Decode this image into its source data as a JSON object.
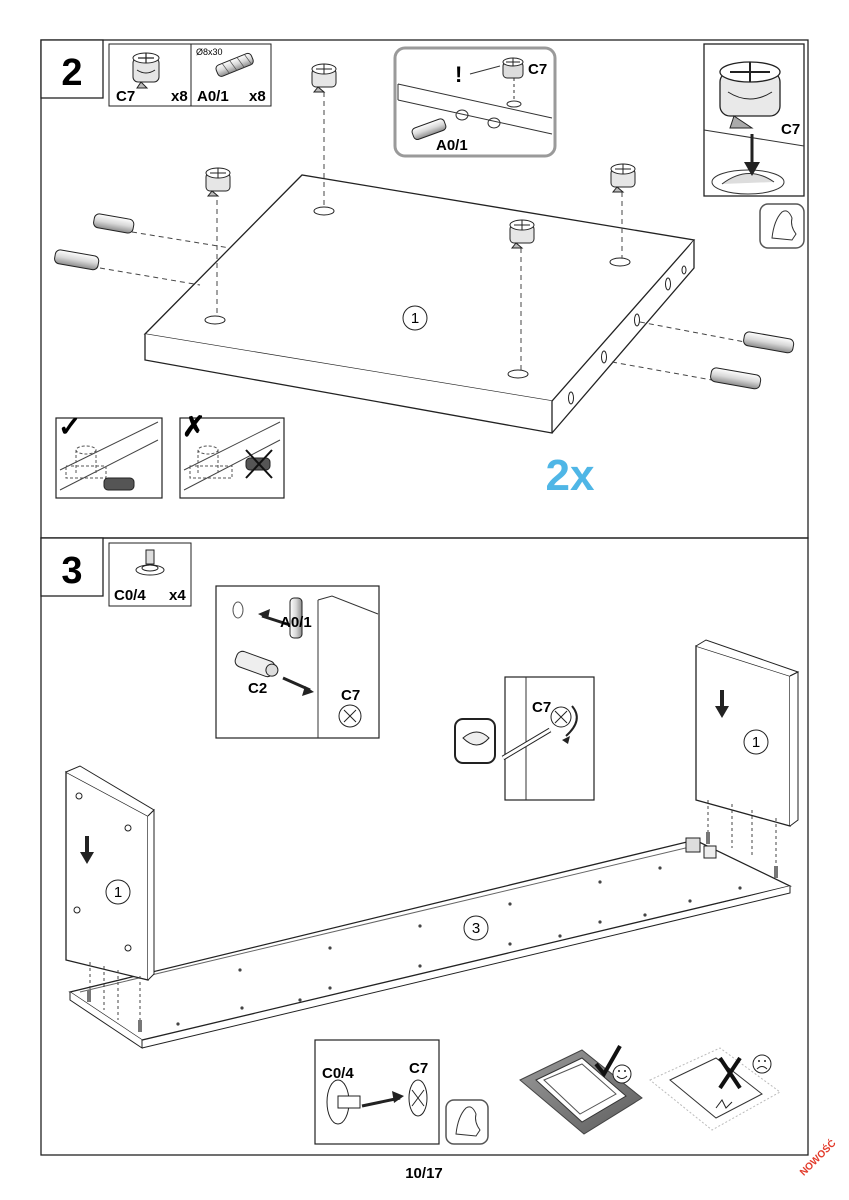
{
  "page_number": "10/17",
  "corner_badge": "NOWOŚĆ",
  "step2": {
    "number": "2",
    "parts": [
      {
        "code": "C7",
        "qty": "x8",
        "icon": "cam-lock-icon"
      },
      {
        "code": "A0/1",
        "qty": "x8",
        "size": "Ø8x30",
        "icon": "dowel-icon"
      }
    ],
    "warning_mark": "!",
    "callout_cam_label": "C7",
    "callout_dowel_label": "A0/1",
    "detail_cam_label": "C7",
    "panel_label": "1",
    "multiplier": "2x",
    "good_mark": "✓",
    "bad_mark": "✗"
  },
  "step3": {
    "number": "3",
    "parts": [
      {
        "code": "C0/4",
        "qty": "x4",
        "icon": "leveler-foot-icon"
      }
    ],
    "inset_dowel_label": "A0/1",
    "inset_connector_label": "C2",
    "inset_cam_label": "C7",
    "screwdriver_cam_label": "C7",
    "left_panel_label": "1",
    "right_panel_label": "1",
    "base_panel_label": "3",
    "bottom_foot_label": "C0/4",
    "bottom_cam_label": "C7"
  }
}
